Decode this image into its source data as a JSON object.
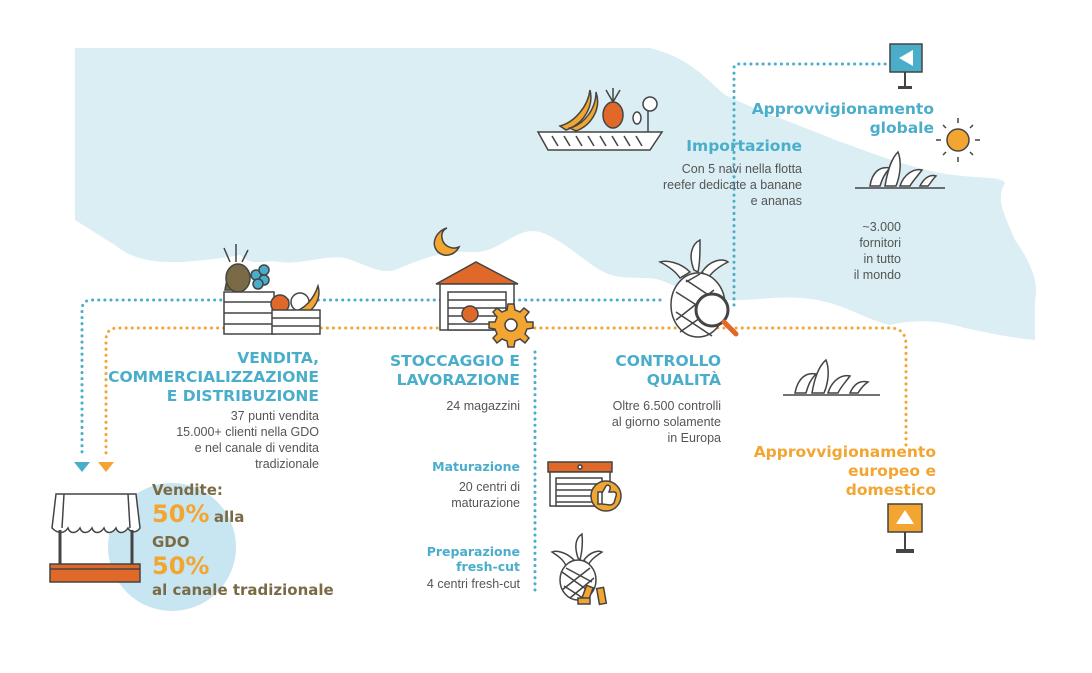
{
  "colors": {
    "sea": "#daeef3",
    "blue": "#4aaecb",
    "orange": "#f2a531",
    "orange_dark": "#e0692a",
    "ink": "#444444",
    "olive": "#7a6a45",
    "circle": "#c7e6f2"
  },
  "icons": [
    "pennant-left-icon",
    "ship-icon",
    "sun-icon",
    "palm-icon",
    "moon-icon",
    "crate-icon",
    "warehouse-icon",
    "gear-icon",
    "pineapple-magnifier-icon",
    "ripening-warehouse-icon",
    "thumbs-up-icon",
    "pineapple-cut-icon",
    "pennant-up-icon",
    "market-stall-icon"
  ],
  "global": {
    "title_l1": "Approvvigionamento",
    "title_l2": "globale"
  },
  "import": {
    "title": "Importazione",
    "l1": "Con 5 navi nella flotta",
    "l2": "reefer dedicate a banane",
    "l3": "e ananas"
  },
  "suppliers": {
    "l1": "~3.000",
    "l2": "fornitori",
    "l3": "in tutto",
    "l4": "il mondo"
  },
  "sales": {
    "title_l1": "VENDITA,",
    "title_l2": "COMMERCIALIZZAZIONE",
    "title_l3": "E DISTRIBUZIONE",
    "l1": "37 punti vendita",
    "l2": "15.000+ clienti nella GDO",
    "l3": "e nel canale di vendita",
    "l4": "tradizionale"
  },
  "storage": {
    "title_l1": "STOCCAGGIO E",
    "title_l2": "LAVORAZIONE",
    "l1": "24 magazzini"
  },
  "quality": {
    "title_l1": "CONTROLLO",
    "title_l2": "QUALITÀ",
    "l1": "Oltre 6.500 controlli",
    "l2": "al giorno solamente",
    "l3": "in Europa"
  },
  "ripening": {
    "title": "Maturazione",
    "l1": "20 centri di",
    "l2": "maturazione"
  },
  "freshcut": {
    "title_l1": "Preparazione",
    "title_l2": "fresh-cut",
    "l1": "4 centri fresh-cut"
  },
  "european": {
    "title_l1": "Approvvigionamento",
    "title_l2": "europeo e",
    "title_l3": "domestico"
  },
  "vendite": {
    "label": "Vendite:",
    "pct1": "50%",
    "text1": "alla",
    "text1b": "GDO",
    "pct2": "50%",
    "text2": "al canale tradizionale"
  }
}
